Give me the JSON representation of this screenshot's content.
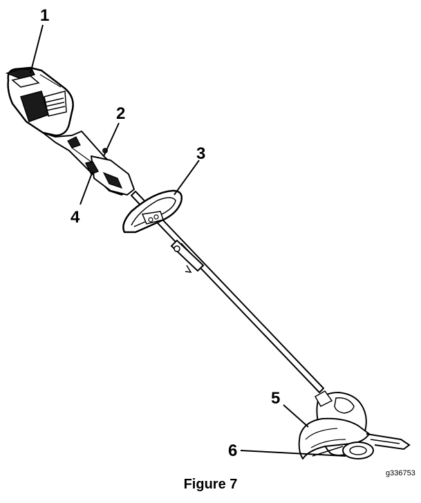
{
  "figure": {
    "caption": "Figure 7",
    "code": "g336753"
  },
  "callouts": [
    "1",
    "2",
    "3",
    "4",
    "5",
    "6"
  ],
  "colors": {
    "line": "#000000",
    "fill": "#ffffff",
    "dark": "#1a1a1a"
  }
}
